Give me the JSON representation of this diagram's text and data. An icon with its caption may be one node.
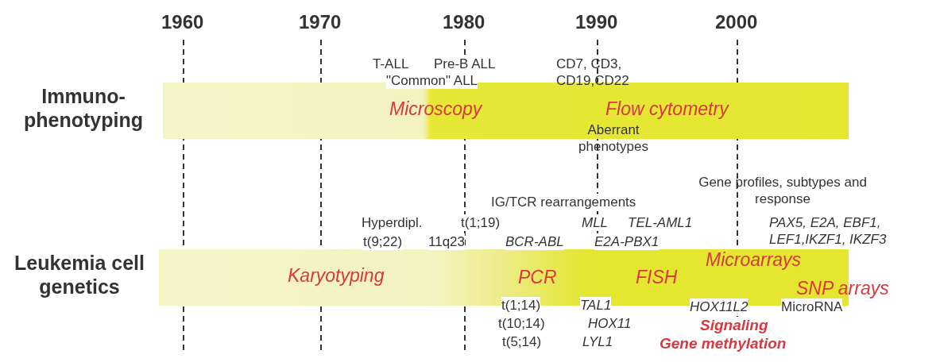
{
  "diagram": {
    "nodes": [
      {
        "text": [
          "Immuno- phenotyping",
          "Microscopy",
          "Flow cytometry"
        ]
      },
      {
        "text": [
          "Leukemia cell genetics",
          "Karyotyping",
          "PCR",
          "FISH",
          "Microarrays",
          "SNP arrays"
        ]
      }
    ],
    "edges": [],
    "labels": [
      "1960",
      "1970",
      "1980",
      "1990",
      "2000",
      "T-ALL",
      "Pre-B ALL",
      "CD7, CD3, CD19,CD22",
      "\"Common\" ALL",
      "Aberrant phenotypes",
      "Gene profiles, subtypes and response",
      "IG/TCR rearrangements",
      "Hyperdipl.",
      "t(1;19)",
      "MLL",
      "TEL-AML1",
      "PAX5, E2A, EBF1, LEF1,IKZF1, IKZF3",
      "t(9;22)",
      "11q23",
      "BCR-ABL",
      "E2A-PBX1",
      "t(1;14)",
      "TAL1",
      "HOX11L2",
      "MicroRNA",
      "t(10;14)",
      "HOX11",
      "Signaling",
      "t(5;14)",
      "LYL1",
      "Gene methylation"
    ]
  }
}
